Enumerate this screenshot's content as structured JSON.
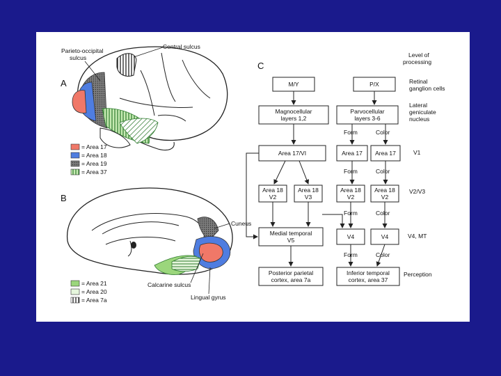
{
  "colors": {
    "background": "#1a1a8c",
    "panel": "#ffffff",
    "area17": "#f07868",
    "area18": "#4f7de0",
    "area19": "#6a6a6a",
    "area37": "#9bd67c",
    "area20": "#d9f2cf"
  },
  "panel_a": {
    "label": "A",
    "parieto_occipital": "Parieto-occipital",
    "sulcus": "sulcus",
    "central_sulcus": "Central sulcus"
  },
  "legend_a": [
    {
      "text": "= Area 17",
      "swatch": "area17"
    },
    {
      "text": "= Area 18",
      "swatch": "area18"
    },
    {
      "text": "= Area 19",
      "swatch": "area19"
    },
    {
      "text": "= Area 37",
      "swatch": "area37"
    }
  ],
  "panel_b": {
    "label": "B",
    "cuneus": "Cuneus",
    "calcarine": "Calcarine sulcus",
    "lingual": "Lingual gyrus"
  },
  "legend_b": [
    {
      "text": "= Area 21",
      "swatch": "area37"
    },
    {
      "text": "= Area 20",
      "swatch": "area20"
    },
    {
      "text": "= Area 7a",
      "swatch": "area19"
    }
  ],
  "panel_c": {
    "label": "C",
    "level_header": [
      "Level of",
      "processing"
    ],
    "levels": {
      "retinal": [
        "Retinal",
        "ganglion cells"
      ],
      "lateral": [
        "Lateral",
        "geniculate",
        "nucleus"
      ],
      "v1": "V1",
      "v2": "V2/V3",
      "v4": "V4, MT",
      "perception": "Perception"
    },
    "boxes": {
      "my": "M/Y",
      "px": "P/X",
      "magno": [
        "Magnocellular",
        "layers 1,2"
      ],
      "parvo": [
        "Parvocellular",
        "layers 3-6"
      ],
      "area17v1": "Area 17/VI",
      "area17a": "Area 17",
      "area17b": "Area 17",
      "a18v2": [
        "Area 18",
        "V2"
      ],
      "a18v3": [
        "Area 18",
        "V3"
      ],
      "a18v2b": [
        "Area 18",
        "V2"
      ],
      "a18v2c": [
        "Area 18",
        "V2"
      ],
      "medial": [
        "Medial temporal",
        "V5"
      ],
      "v4a": "V4",
      "v4b": "V4",
      "posterior": [
        "Posterior parietal",
        "cortex, area 7a"
      ],
      "inferior": [
        "Inferior temporal",
        "cortex, area 37"
      ]
    },
    "flow_labels": {
      "form": "Form",
      "color": "Color"
    }
  }
}
